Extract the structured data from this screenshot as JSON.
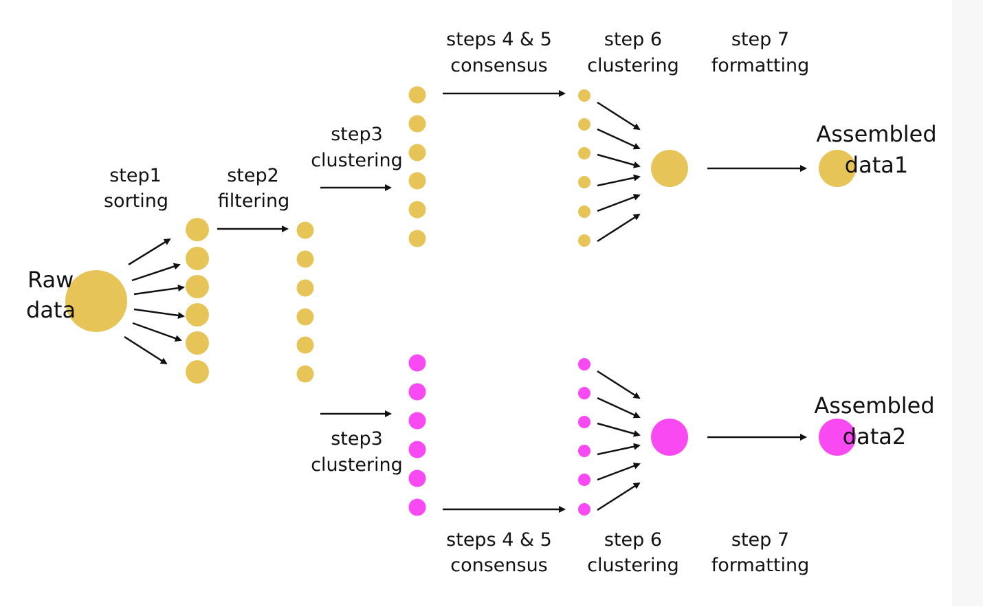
{
  "colors": {
    "gold": "#e6c457",
    "magenta": "#f949f3",
    "ink": "#111111"
  },
  "raw": {
    "line1": "Raw",
    "line2": "data"
  },
  "step1": {
    "line1": "step1",
    "line2": "sorting"
  },
  "step2": {
    "line1": "step2",
    "line2": "filtering"
  },
  "top": {
    "step3": {
      "line1": "step3",
      "line2": "clustering"
    },
    "step45": {
      "line1": "steps 4 & 5",
      "line2": "consensus"
    },
    "step6": {
      "line1": "step 6",
      "line2": "clustering"
    },
    "step7": {
      "line1": "step 7",
      "line2": "formatting"
    },
    "output": {
      "line1": "Assembled",
      "line2": "data1"
    }
  },
  "bottom": {
    "step3": {
      "line1": "step3",
      "line2": "clustering"
    },
    "step45": {
      "line1": "steps 4 & 5",
      "line2": "consensus"
    },
    "step6": {
      "line1": "step 6",
      "line2": "clustering"
    },
    "step7": {
      "line1": "step 7",
      "line2": "formatting"
    },
    "output": {
      "line1": "Assembled",
      "line2": "data2"
    }
  }
}
